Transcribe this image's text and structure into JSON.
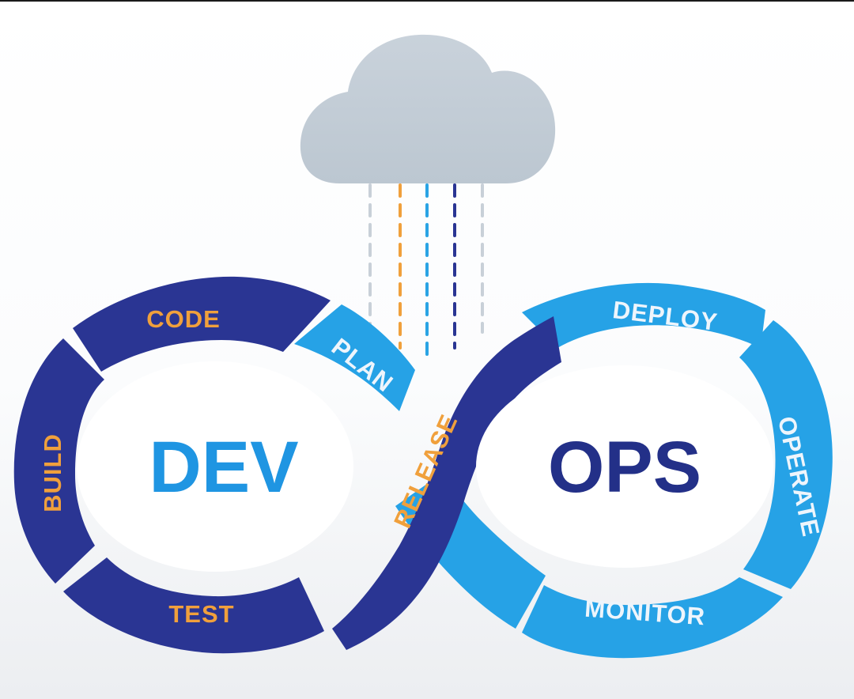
{
  "diagram": {
    "center_labels": {
      "dev": "DEV",
      "ops": "OPS"
    },
    "stages": {
      "plan": "PLAN",
      "code": "CODE",
      "build": "BUILD",
      "test": "TEST",
      "release": "RELEASE",
      "deploy": "DEPLOY",
      "operate": "OPERATE",
      "monitor": "MONITOR"
    },
    "colors": {
      "dev_blue": "#2a3593",
      "ops_blue": "#26a2e6",
      "dev_text": "#1f95e2",
      "ops_text": "#233088",
      "dev_stage_text": "#f0a03c",
      "ops_stage_text": "#eef5fc",
      "cloud": "#c4ced7",
      "rain_gray": "#c8d0d8",
      "rain_orange": "#f0a03c",
      "rain_cyan": "#2aa4e4",
      "rain_navy": "#2a3593"
    }
  }
}
